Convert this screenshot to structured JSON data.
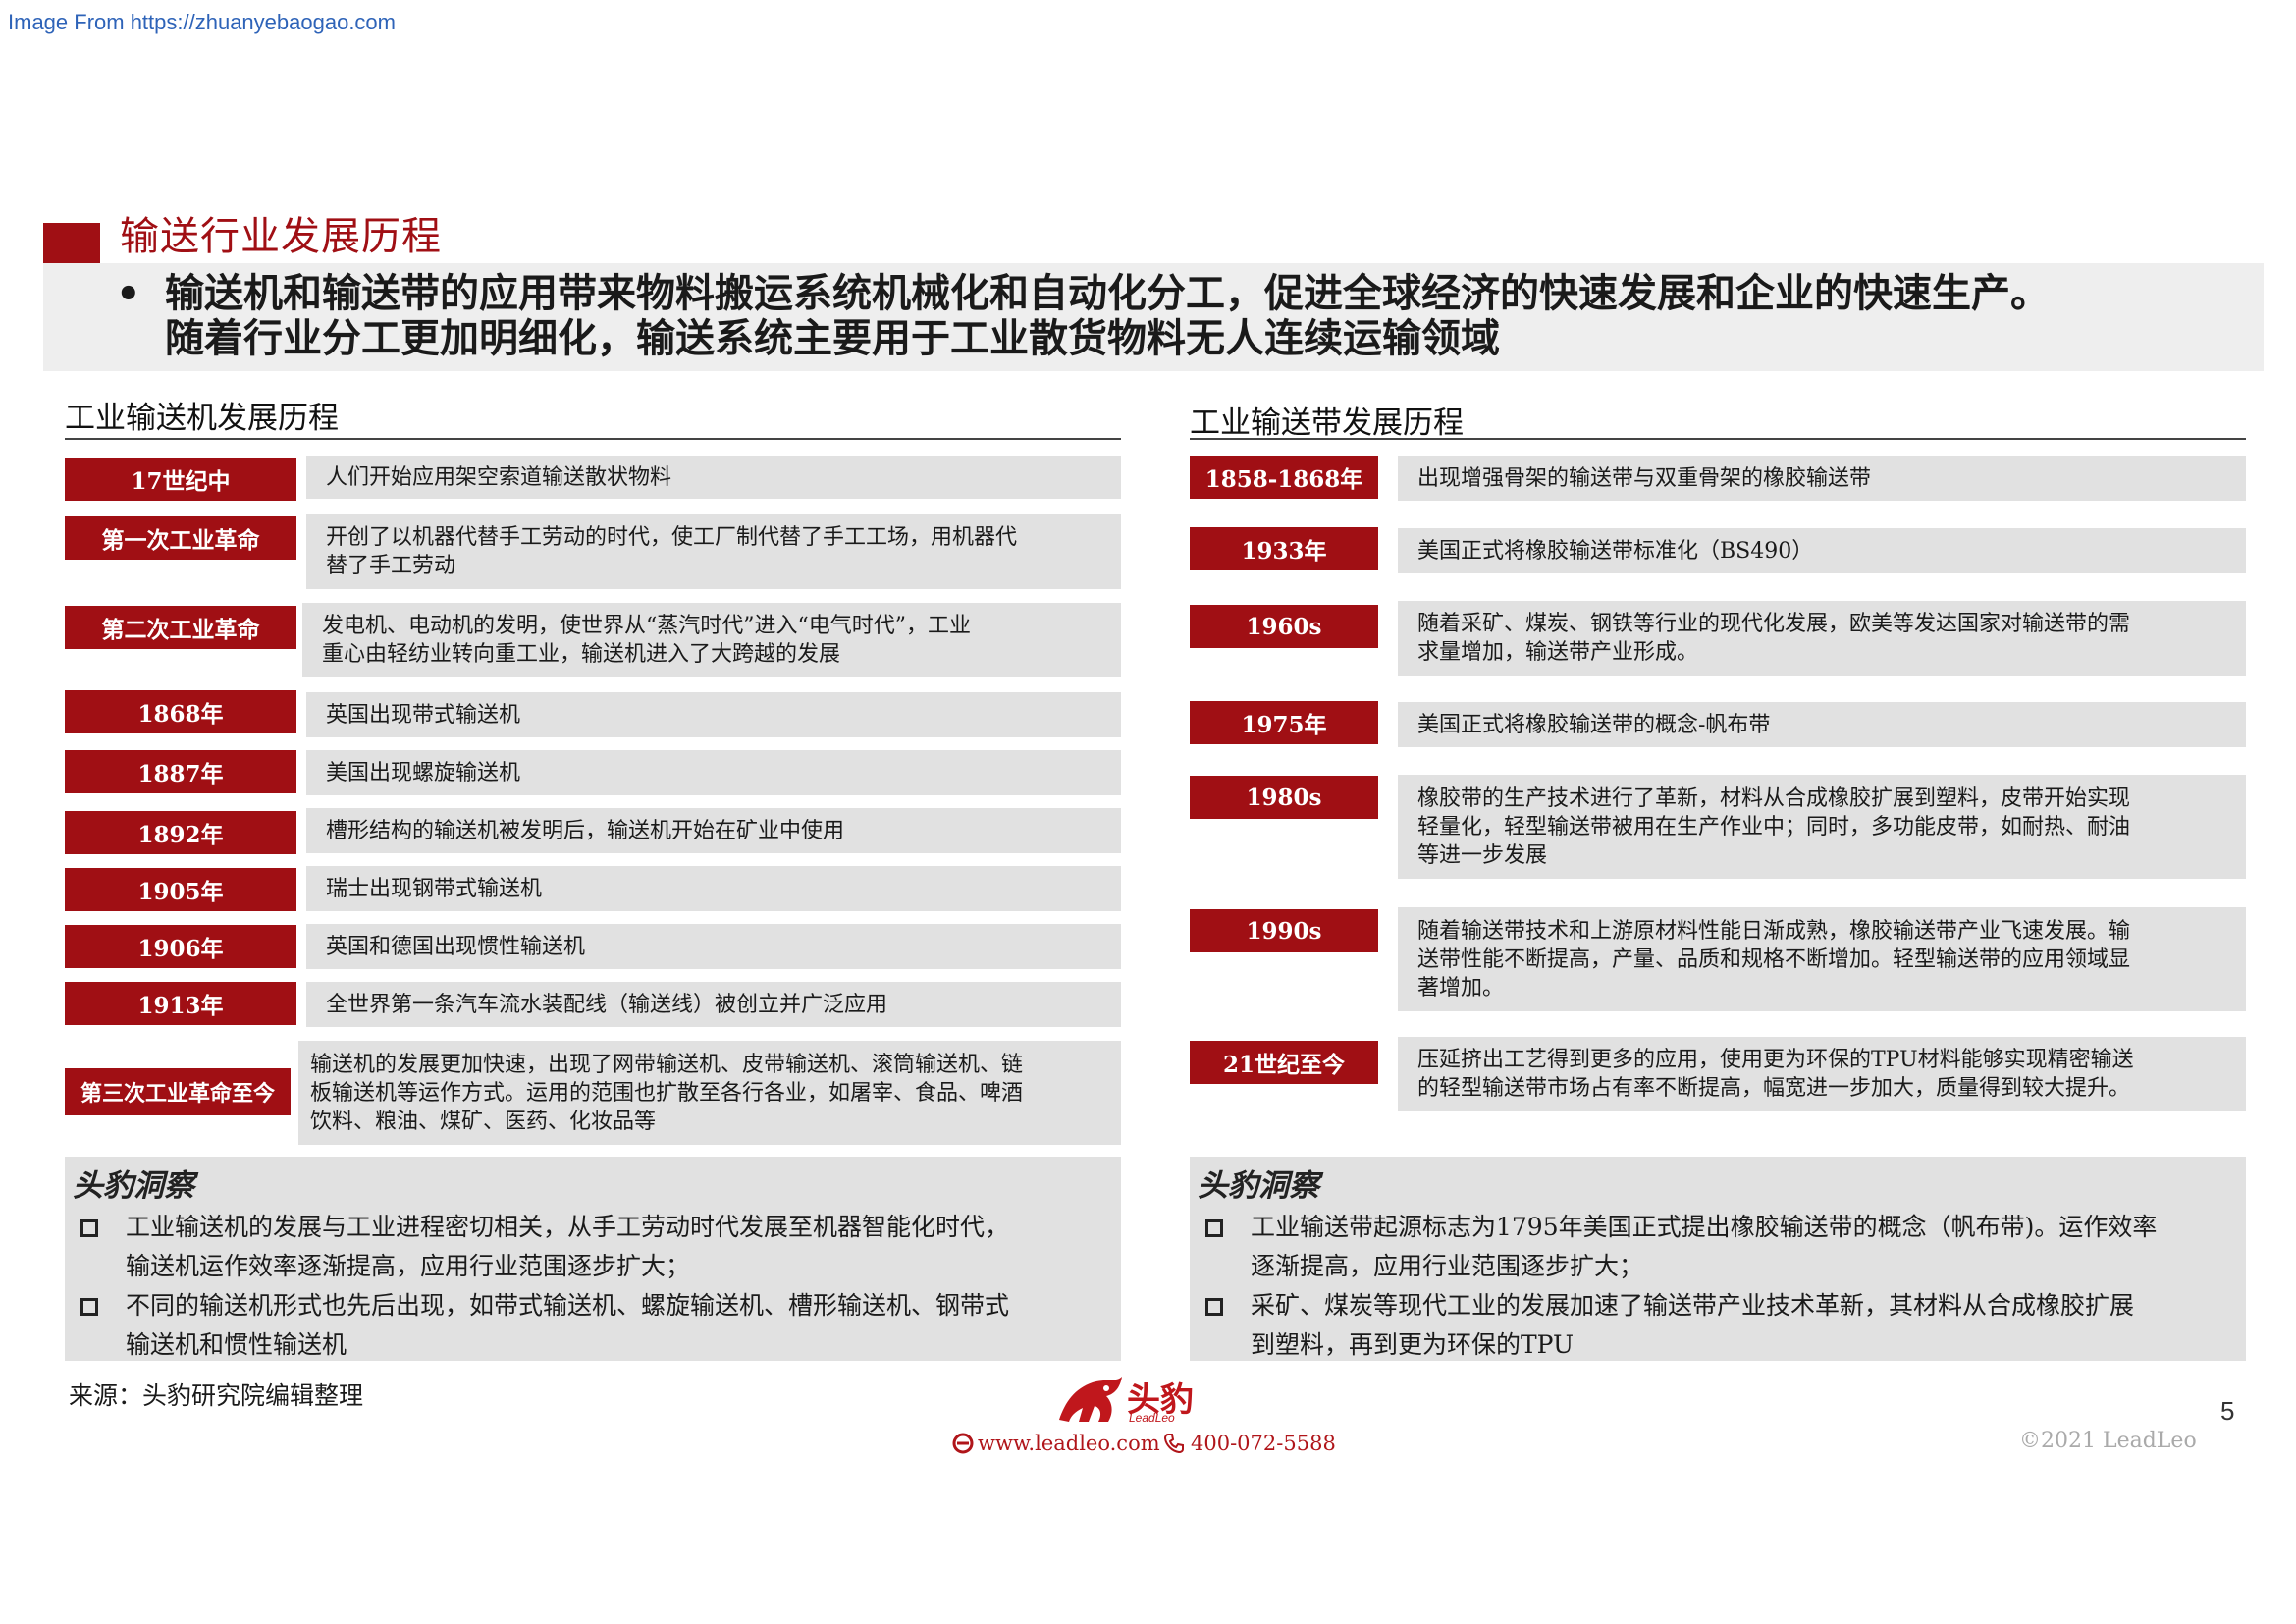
{
  "watermark": "Image From https://zhuanyebaogao.com",
  "title": "输送行业发展历程",
  "summary": {
    "bullet": "•",
    "line1": "输送机和输送带的应用带来物料搬运系统机械化和自动化分工，促进全球经济的快速发展和企业的快速生产。",
    "line2": "随着行业分工更加明细化，输送系统主要用于工业散货物料无人连续运输领域"
  },
  "left": {
    "heading": "工业输送机发展历程",
    "items": [
      {
        "tag": "17世纪中",
        "lines": [
          "人们开始应用架空索道输送散状物料"
        ]
      },
      {
        "tag": "第一次工业革命",
        "lines": [
          "开创了以机器代替手工劳动的时代，使工厂制代替了手工工场，用机器代",
          "替了手工劳动"
        ]
      },
      {
        "tag": "第二次工业革命",
        "lines": [
          "发电机、电动机的发明，使世界从“蒸汽时代”进入“电气时代”，工业",
          "重心由轻纺业转向重工业，输送机进入了大跨越的发展"
        ]
      },
      {
        "tag": "1868年",
        "lines": [
          "英国出现带式输送机"
        ]
      },
      {
        "tag": "1887年",
        "lines": [
          "美国出现螺旋输送机"
        ]
      },
      {
        "tag": "1892年",
        "lines": [
          "槽形结构的输送机被发明后，输送机开始在矿业中使用"
        ]
      },
      {
        "tag": "1905年",
        "lines": [
          "瑞士出现钢带式输送机"
        ]
      },
      {
        "tag": "1906年",
        "lines": [
          "英国和德国出现惯性输送机"
        ]
      },
      {
        "tag": "1913年",
        "lines": [
          "全世界第一条汽车流水装配线（输送线）被创立并广泛应用"
        ]
      },
      {
        "tag": "第三次工业革命至今",
        "lines": [
          "输送机的发展更加快速，出现了网带输送机、皮带输送机、滚筒输送机、链",
          "板输送机等运作方式。运用的范围也扩散至各行各业，如屠宰、食品、啤酒",
          "饮料、粮油、煤矿、医药、化妆品等"
        ]
      }
    ],
    "insight": {
      "title": "头豹洞察",
      "points": [
        [
          "工业输送机的发展与工业进程密切相关，从手工劳动时代发展至机器智能化时代，",
          "输送机运作效率逐渐提高，应用行业范围逐步扩大；"
        ],
        [
          "不同的输送机形式也先后出现，如带式输送机、螺旋输送机、槽形输送机、钢带式",
          "输送机和惯性输送机"
        ]
      ]
    }
  },
  "right": {
    "heading": "工业输送带发展历程",
    "items": [
      {
        "tag": "1858-1868年",
        "lines": [
          "出现增强骨架的输送带与双重骨架的橡胶输送带"
        ]
      },
      {
        "tag": "1933年",
        "lines": [
          "美国正式将橡胶输送带标准化（BS490）"
        ]
      },
      {
        "tag": "1960s",
        "lines": [
          "随着采矿、煤炭、钢铁等行业的现代化发展，欧美等发达国家对输送带的需",
          "求量增加，输送带产业形成。"
        ]
      },
      {
        "tag": "1975年",
        "lines": [
          "美国正式将橡胶输送带的概念-帆布带"
        ]
      },
      {
        "tag": "1980s",
        "lines": [
          "橡胶带的生产技术进行了革新，材料从合成橡胶扩展到塑料，皮带开始实现",
          "轻量化，轻型输送带被用在生产作业中；同时，多功能皮带，如耐热、耐油",
          "等进一步发展"
        ]
      },
      {
        "tag": "1990s",
        "lines": [
          "随着输送带技术和上游原材料性能日渐成熟，橡胶输送带产业飞速发展。输",
          "送带性能不断提高，产量、品质和规格不断增加。轻型输送带的应用领域显",
          "著增加。"
        ]
      },
      {
        "tag": "21世纪至今",
        "lines": [
          "压延挤出工艺得到更多的应用，使用更为环保的TPU材料能够实现精密输送",
          "的轻型输送带市场占有率不断提高，幅宽进一步加大，质量得到较大提升。"
        ]
      }
    ],
    "insight": {
      "title": "头豹洞察",
      "points": [
        [
          "工业输送带起源标志为1795年美国正式提出橡胶输送带的概念（帆布带)。运作效率",
          "逐渐提高，应用行业范围逐步扩大；"
        ],
        [
          "采矿、煤炭等现代工业的发展加速了输送带产业技术革新，其材料从合成橡胶扩展",
          "到塑料，再到更为环保的TPU"
        ]
      ]
    }
  },
  "footer": {
    "source": "来源：头豹研究院编辑整理",
    "page": "5",
    "copyright": "©2021 LeadLeo",
    "logo_cn": "头豹",
    "logo_en": "LeadLeo",
    "website": "www.leadleo.com",
    "phone": "400-072-5588"
  },
  "colors": {
    "brand": "#a00f14",
    "panel": "#e1e1e1",
    "summary_bg": "#eeeeee"
  }
}
